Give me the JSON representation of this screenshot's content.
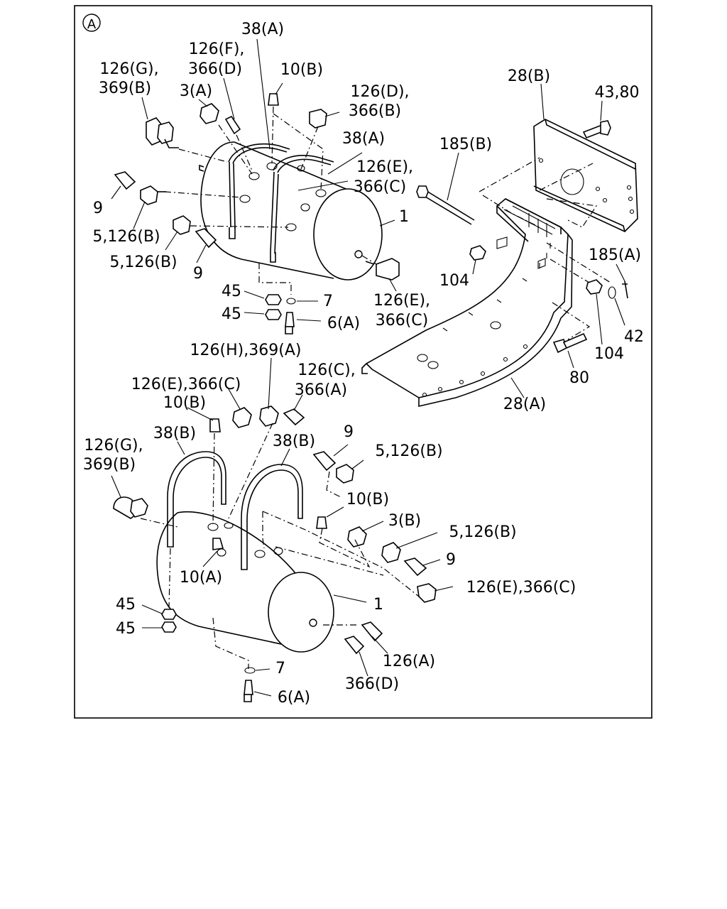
{
  "section_marker": "A",
  "upper_assembly_labels": [
    "38(A)",
    "126(F),",
    "366(D)",
    "126(G),",
    "369(B)",
    "10(B)",
    "3(A)",
    "126(D),",
    "366(B)",
    "38(A)",
    "126(E),",
    "366(C)",
    "9",
    "5,126(B)",
    "5,126(B)",
    "9",
    "1",
    "45",
    "45",
    "7",
    "6(A)",
    "126(E),",
    "366(C)"
  ],
  "bracket_labels": [
    "28(B)",
    "43,80",
    "185(B)",
    "185(A)",
    "104",
    "104",
    "42",
    "80",
    "28(A)"
  ],
  "lower_assembly_labels": [
    "126(H),369(A)",
    "126(E),366(C)",
    "126(C),",
    "366(A)",
    "10(B)",
    "126(G),",
    "369(B)",
    "38(B)",
    "38(B)",
    "9",
    "5,126(B)",
    "10(B)",
    "3(B)",
    "5,126(B)",
    "9",
    "126(E),366(C)",
    "10(A)",
    "1",
    "45",
    "45",
    "126(A)",
    "7",
    "366(D)",
    "6(A)"
  ]
}
